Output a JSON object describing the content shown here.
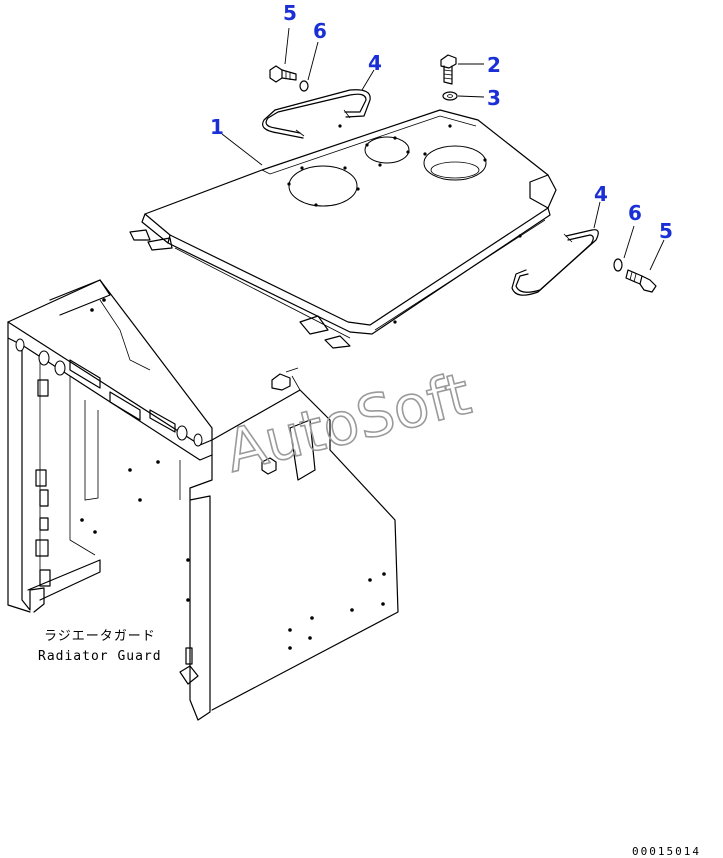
{
  "callouts": [
    {
      "id": "c1",
      "label": "1"
    },
    {
      "id": "c2",
      "label": "2"
    },
    {
      "id": "c3",
      "label": "3"
    },
    {
      "id": "c4a",
      "label": "4"
    },
    {
      "id": "c4b",
      "label": "4"
    },
    {
      "id": "c5a",
      "label": "5"
    },
    {
      "id": "c5b",
      "label": "5"
    },
    {
      "id": "c6a",
      "label": "6"
    },
    {
      "id": "c6b",
      "label": "6"
    }
  ],
  "caption": {
    "japanese": "ラジエータガード",
    "english": "Radiator Guard"
  },
  "watermark": "AutoSoft",
  "drawing_code": "00015014",
  "colors": {
    "callout": "#1a2fd6",
    "line": "#000000",
    "watermark": "#9a9a9a"
  }
}
